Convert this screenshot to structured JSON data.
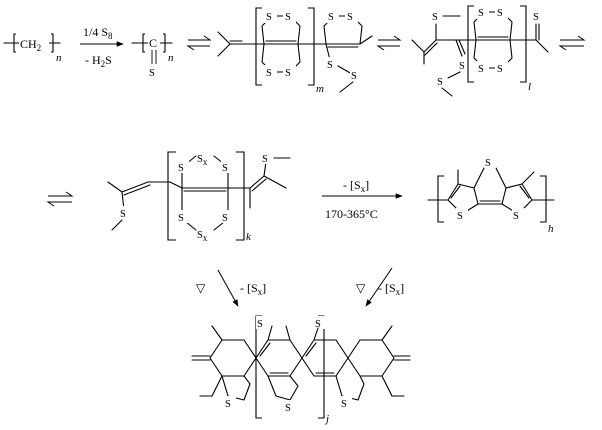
{
  "scheme": {
    "polyethylene": {
      "unit": "CH",
      "unit_sub": "2",
      "index": "n"
    },
    "step1": {
      "reagent": "1/4 S",
      "reagent_sub": "8",
      "byproduct_prefix": "- H",
      "byproduct_sub": "2",
      "byproduct_suffix": "S"
    },
    "thiocarbonyl": {
      "carbon": "C",
      "sulfur": "S",
      "index": "n"
    },
    "tetrathiafulvalene_polymer": {
      "index": "m"
    },
    "mixed_polymer_1": {
      "index": "l"
    },
    "polysulfide_polymer": {
      "index": "k",
      "sx": "S",
      "sx_sub": "x"
    },
    "step_thermal": {
      "reagent_prefix": "- [S",
      "reagent_sub": "x",
      "reagent_suffix": "]",
      "condition": "170-365°C"
    },
    "polythiophene": {
      "index": "h"
    },
    "fused_product": {
      "index": "j"
    },
    "heat_symbol": "▽",
    "heat_loss_prefix": "- [S",
    "heat_loss_sub": "x",
    "heat_loss_suffix": "]",
    "atom_sulfur": "S"
  }
}
